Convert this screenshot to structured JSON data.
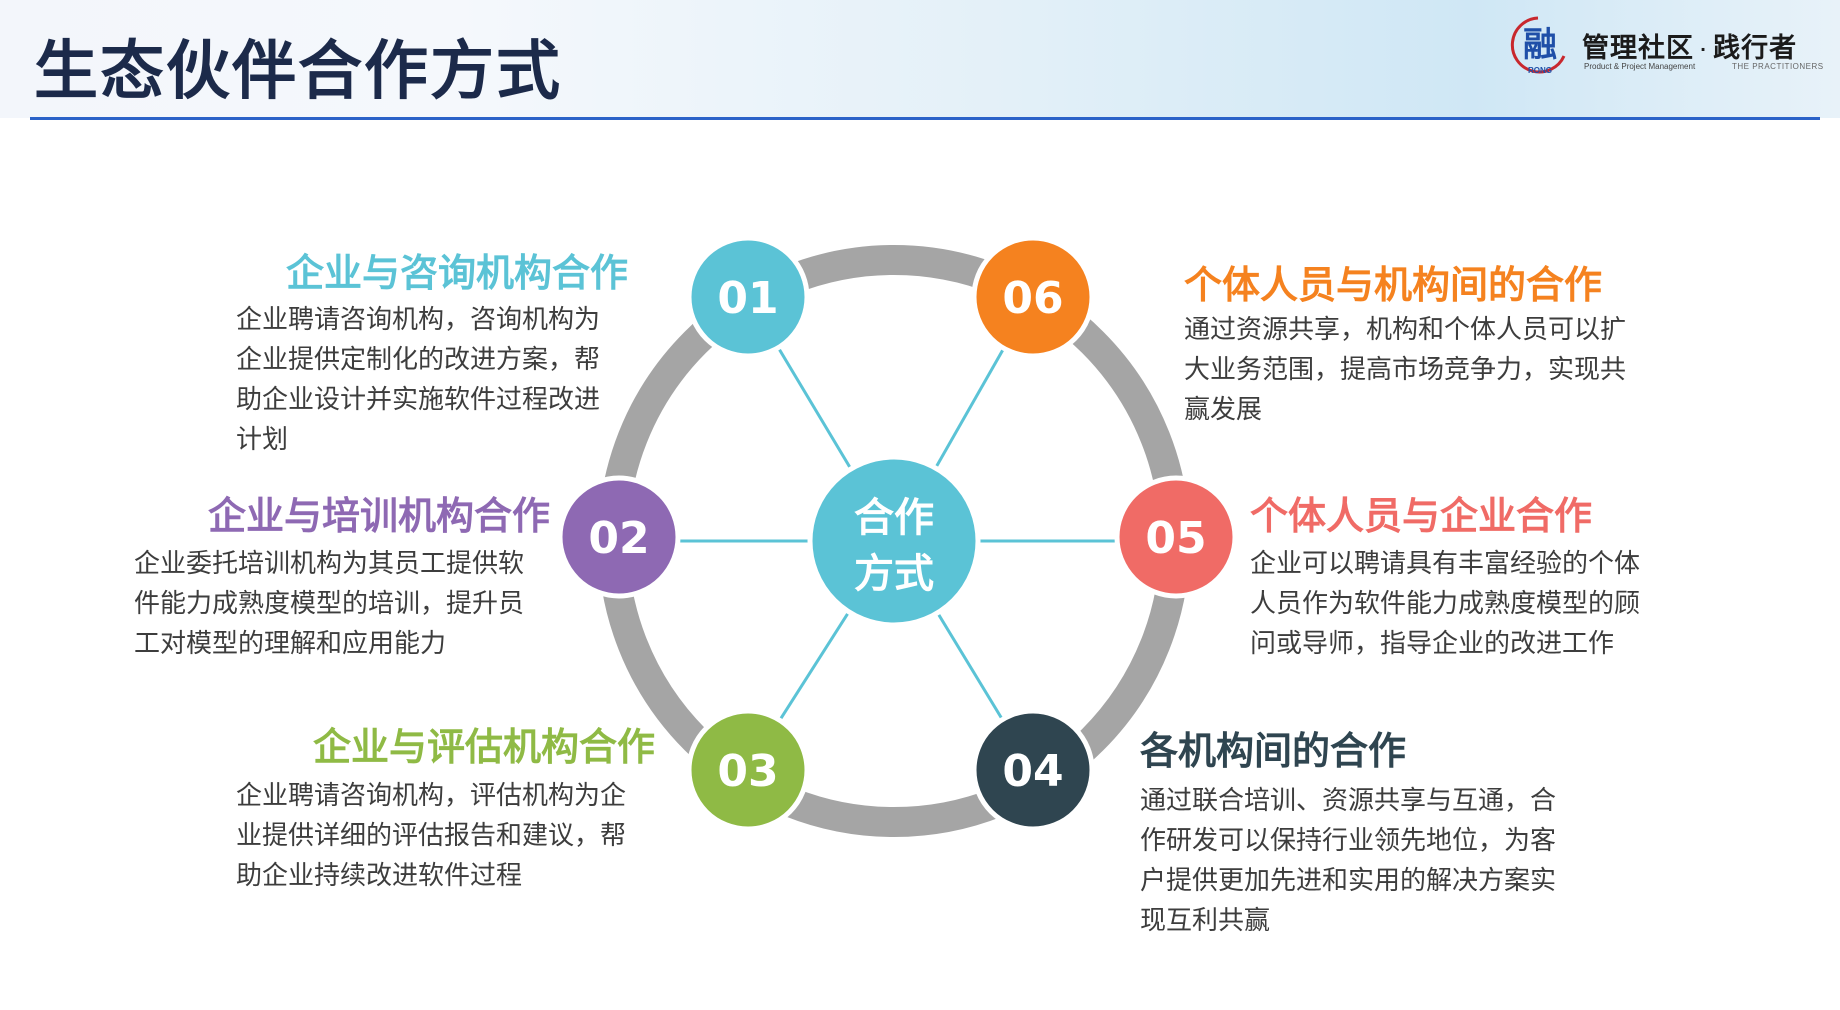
{
  "title": "生态伙伴合作方式",
  "logo": {
    "mark_char": "融",
    "mark_sub": "RONG",
    "name_left": "管理社区",
    "separator": "·",
    "name_right": "践行者",
    "tagline_left": "Product & Project Management",
    "tagline_right": "THE PRACTITIONERS"
  },
  "center": {
    "line1": "合作",
    "line2": "方式"
  },
  "nodes": [
    {
      "num": "01",
      "color": "#5bc3d6"
    },
    {
      "num": "02",
      "color": "#8e69b3"
    },
    {
      "num": "03",
      "color": "#8fba45"
    },
    {
      "num": "04",
      "color": "#2f4550"
    },
    {
      "num": "05",
      "color": "#f06b66"
    },
    {
      "num": "06",
      "color": "#f5821f"
    }
  ],
  "colors": {
    "ring": "#a5a5a5",
    "spoke": "#5bc3d6",
    "center": "#5bc3d6",
    "title": "#1c2a4a",
    "rule": "#2b62c8"
  },
  "items": [
    {
      "heading": "企业与咨询机构合作",
      "color": "#5bc3d6",
      "lines": [
        "企业聘请咨询机构，咨询机构为",
        "企业提供定制化的改进方案，帮",
        "助企业设计并实施软件过程改进",
        "计划"
      ]
    },
    {
      "heading": "企业与培训机构合作",
      "color": "#8e69b3",
      "lines": [
        "企业委托培训机构为其员工提供软",
        "件能力成熟度模型的培训，提升员",
        "工对模型的理解和应用能力"
      ]
    },
    {
      "heading": "企业与评估机构合作",
      "color": "#8fba45",
      "lines": [
        "企业聘请咨询机构，评估机构为企",
        "业提供详细的评估报告和建议，帮",
        "助企业持续改进软件过程"
      ]
    },
    {
      "heading": "各机构间的合作",
      "color": "#2f4550",
      "lines": [
        "通过联合培训、资源共享与互通，合",
        "作研发可以保持行业领先地位，为客",
        "户提供更加先进和实用的解决方案实",
        "现互利共赢"
      ]
    },
    {
      "heading": "个体人员与企业合作",
      "color": "#f06b66",
      "lines": [
        "企业可以聘请具有丰富经验的个体",
        "人员作为软件能力成熟度模型的顾",
        "问或导师，指导企业的改进工作"
      ]
    },
    {
      "heading": "个体人员与机构间的合作",
      "color": "#f5821f",
      "lines": [
        "通过资源共享，机构和个体人员可以扩",
        "大业务范围，提高市场竞争力，实现共",
        "赢发展"
      ]
    }
  ]
}
